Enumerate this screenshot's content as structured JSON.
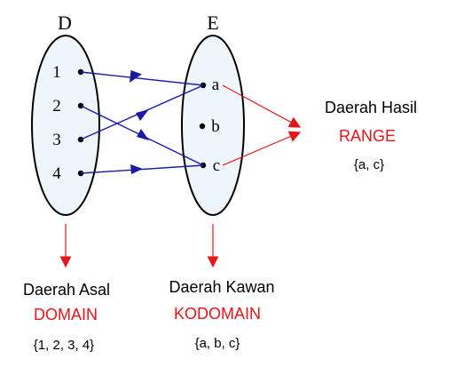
{
  "set_d": {
    "name": "D",
    "elements": [
      "1",
      "2",
      "3",
      "4"
    ]
  },
  "set_e": {
    "name": "E",
    "elements": [
      "a",
      "b",
      "c"
    ]
  },
  "mapping": [
    {
      "from": "1",
      "to": "a"
    },
    {
      "from": "2",
      "to": "c"
    },
    {
      "from": "3",
      "to": "a"
    },
    {
      "from": "4",
      "to": "c"
    }
  ],
  "domain_caption": {
    "title": "Daerah Asal",
    "term": "DOMAIN",
    "members": "{1, 2, 3, 4}"
  },
  "codomain_caption": {
    "title": "Daerah Kawan",
    "term": "KODOMAIN",
    "members": "{a, b, c}"
  },
  "range_caption": {
    "title": "Daerah Hasil",
    "term": "RANGE",
    "members": "{a, c}"
  },
  "colors": {
    "set_fill": "#eef5fb",
    "outline": "#000000",
    "mapping_arrow": "#1a1aa6",
    "pointer_arrow": "#e8141a",
    "accent_text": "#e8141a"
  }
}
